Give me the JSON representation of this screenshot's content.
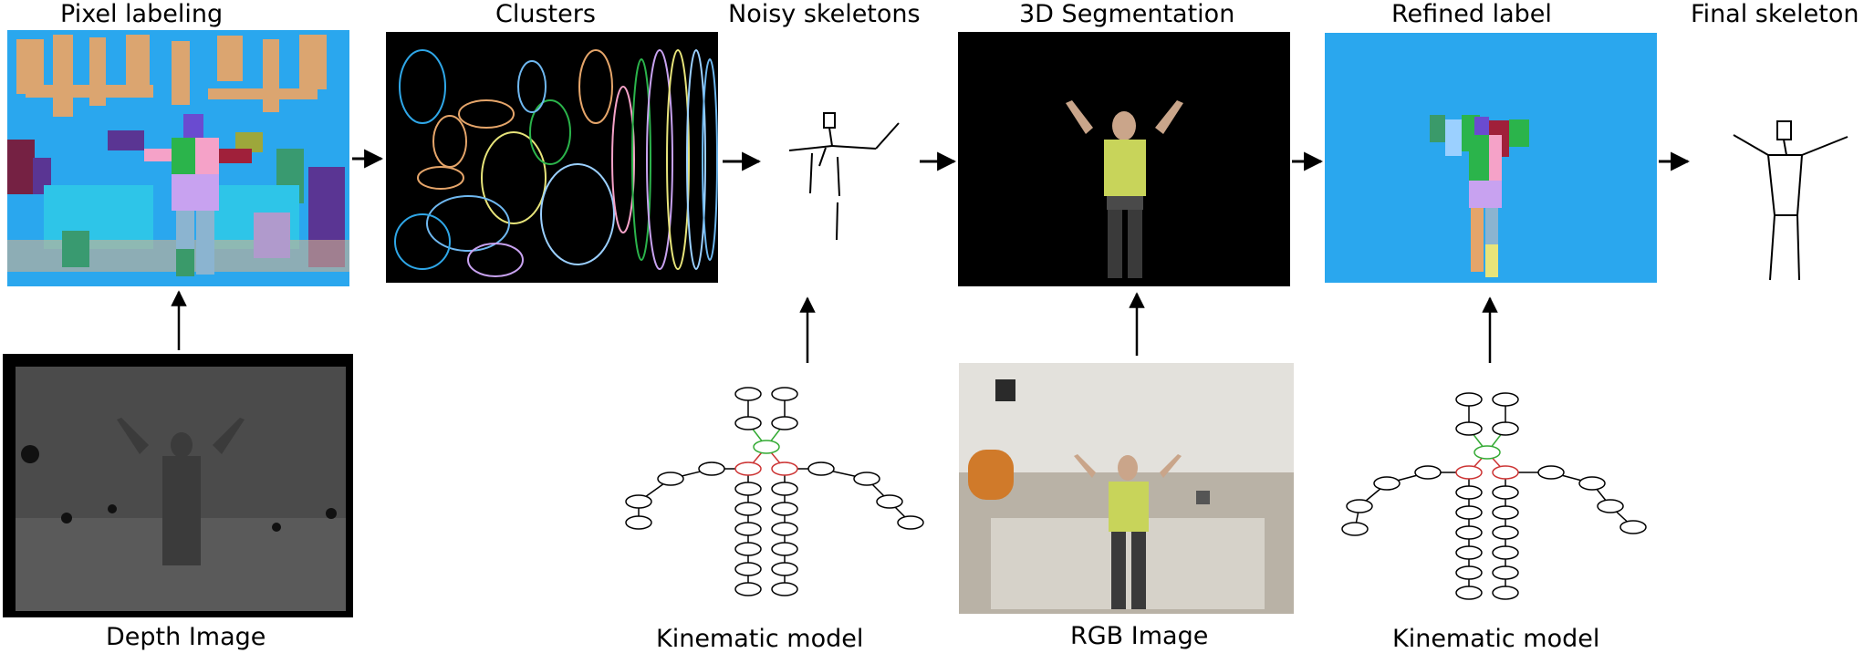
{
  "labels": {
    "pixel_labeling": "Pixel labeling",
    "clusters": "Clusters",
    "noisy_skeletons": "Noisy skeletons",
    "segmentation_3d": "3D Segmentation",
    "refined_label": "Refined label",
    "final_skeleton": "Final skeleton",
    "depth_image": "Depth Image",
    "kinematic_model_1": "Kinematic model",
    "rgb_image": "RGB Image",
    "kinematic_model_2": "Kinematic model"
  },
  "colors": {
    "label_background": "#2aa7ee",
    "segmentation_background": "#000000",
    "shirt": "#c8d45a"
  }
}
